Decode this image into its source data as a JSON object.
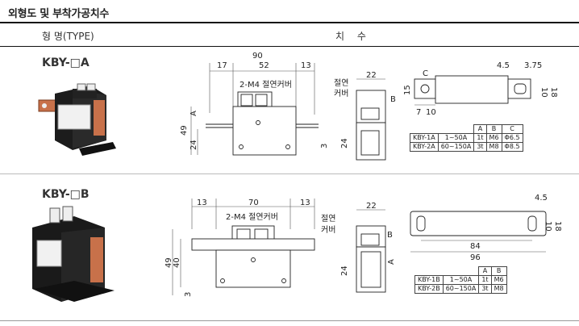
{
  "section_title": "외형도 및 부착가공치수",
  "header": {
    "type_label": "형 명(TYPE)",
    "dim_label": "치 수"
  },
  "row_a": {
    "model": "KBY-□A",
    "front": {
      "d1": "17",
      "d2": "52",
      "d3": "13",
      "top_partial": "90",
      "label": "2-M4 절연커버",
      "h1": "49",
      "h2": "24",
      "side_a": "A",
      "bottom_small": "3"
    },
    "side": {
      "width": "22",
      "label_line1": "절연",
      "label_line2": "커버",
      "mark_b": "B",
      "h": "24"
    },
    "bar": {
      "d1": "4.5",
      "d2": "3.75",
      "mark_c": "C",
      "h_left": "15",
      "w1": "7",
      "w2": "10",
      "h_right1": "10",
      "h_right2": "18"
    },
    "table": {
      "headers": [
        "",
        "",
        "A",
        "B",
        "C"
      ],
      "rows": [
        [
          "KBY-1A",
          "1~50A",
          "1t",
          "M6",
          "Φ6.5"
        ],
        [
          "KBY-2A",
          "60~150A",
          "3t",
          "M8",
          "Φ8.5"
        ]
      ]
    }
  },
  "row_b": {
    "model": "KBY-□B",
    "front": {
      "d1": "13",
      "d2": "70",
      "d3": "13",
      "label": "2-M4 절연커버",
      "h1": "49",
      "h2": "40",
      "bottom_small": "3"
    },
    "side": {
      "width": "22",
      "label_line1": "절연",
      "label_line2": "커버",
      "mark_b": "B",
      "mark_a": "A",
      "h": "24"
    },
    "bar": {
      "d1": "4.5",
      "h_right1": "10",
      "h_right2": "18",
      "w1": "84",
      "w2": "96"
    },
    "table": {
      "headers": [
        "",
        "",
        "A",
        "B"
      ],
      "rows": [
        [
          "KBY-1B",
          "1~50A",
          "1t",
          "M6"
        ],
        [
          "KBY-2B",
          "60~150A",
          "3t",
          "M8"
        ]
      ]
    }
  }
}
